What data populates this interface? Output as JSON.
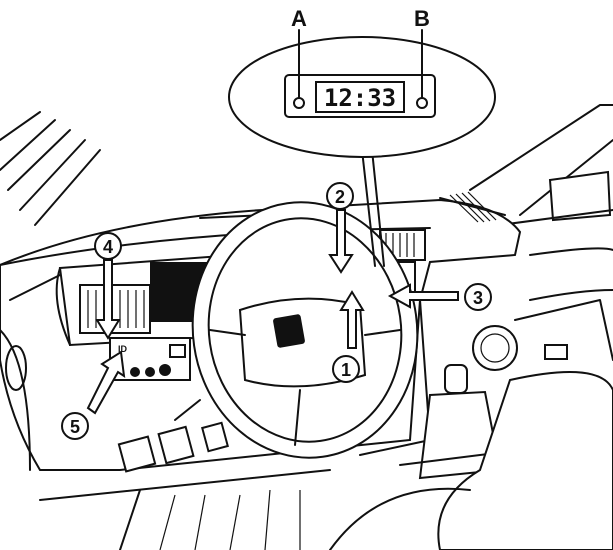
{
  "clock_inset": {
    "display_time": "12:33",
    "button_a_label": "A",
    "button_b_label": "B"
  },
  "callouts": [
    {
      "number": "1"
    },
    {
      "number": "2"
    },
    {
      "number": "3"
    },
    {
      "number": "4"
    },
    {
      "number": "5"
    }
  ]
}
